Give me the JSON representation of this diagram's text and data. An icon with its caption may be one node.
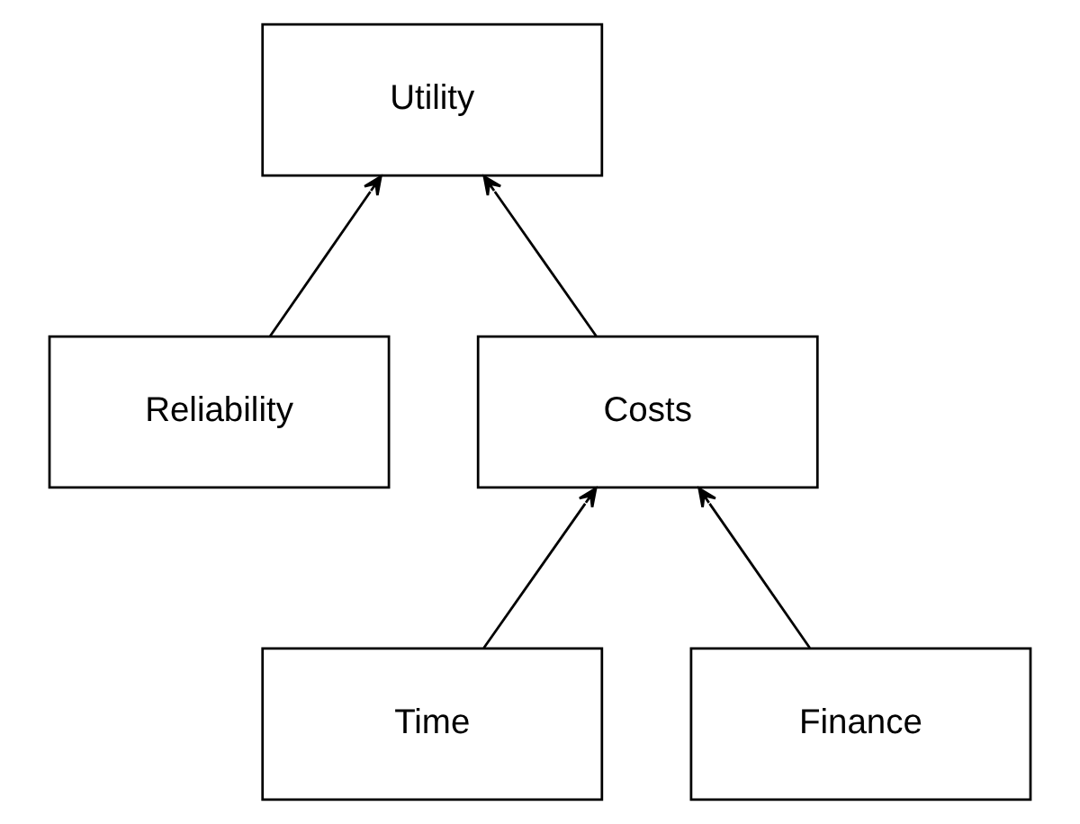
{
  "diagram": {
    "nodes": [
      {
        "text": [
          "Utility"
        ]
      },
      {
        "text": [
          "Reliability"
        ]
      },
      {
        "text": [
          "Costs"
        ]
      },
      {
        "text": [
          "Time"
        ]
      },
      {
        "text": [
          "Finance"
        ]
      }
    ],
    "edges": [
      {
        "from": 1,
        "to": 0,
        "arrow": "to"
      },
      {
        "from": 2,
        "to": 0,
        "arrow": "to"
      },
      {
        "from": 3,
        "to": 2,
        "arrow": "to"
      },
      {
        "from": 4,
        "to": 2,
        "arrow": "to"
      }
    ]
  }
}
